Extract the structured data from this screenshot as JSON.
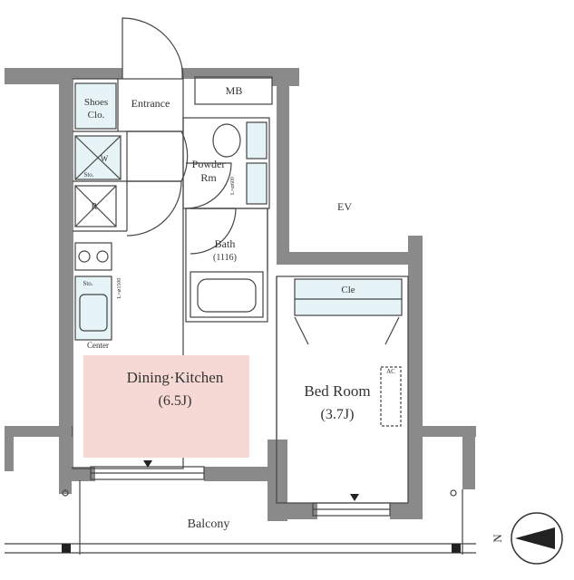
{
  "rooms": {
    "shoes_closet": "Shoes\nClo.",
    "entrance": "Entrance",
    "mb": "MB",
    "powder_room": "Powder\nRm",
    "ev": "EV",
    "bath": "Bath",
    "bath_size": "(1116)",
    "cle": "Cle",
    "dining_kitchen": "Dining·Kitchen",
    "dining_kitchen_size": "(6.5J)",
    "bed_room": "Bed Room",
    "bed_room_size": "(3.7J)",
    "balcony": "Balcony",
    "center": "Center",
    "r_label": "R",
    "wm_label": "W",
    "sto_label": "Sto.",
    "sto2_label": "Sto.",
    "ac_label": "AC"
  },
  "dimensions": {
    "powder_l": "L=⌀600",
    "kitchen_l": "L=⌀1500"
  },
  "compass": {
    "label": "N"
  },
  "colors": {
    "dining_fill": "#f6d9d4",
    "wall": "#8a8a8a",
    "fixture_fill": "#e6f4f7"
  }
}
